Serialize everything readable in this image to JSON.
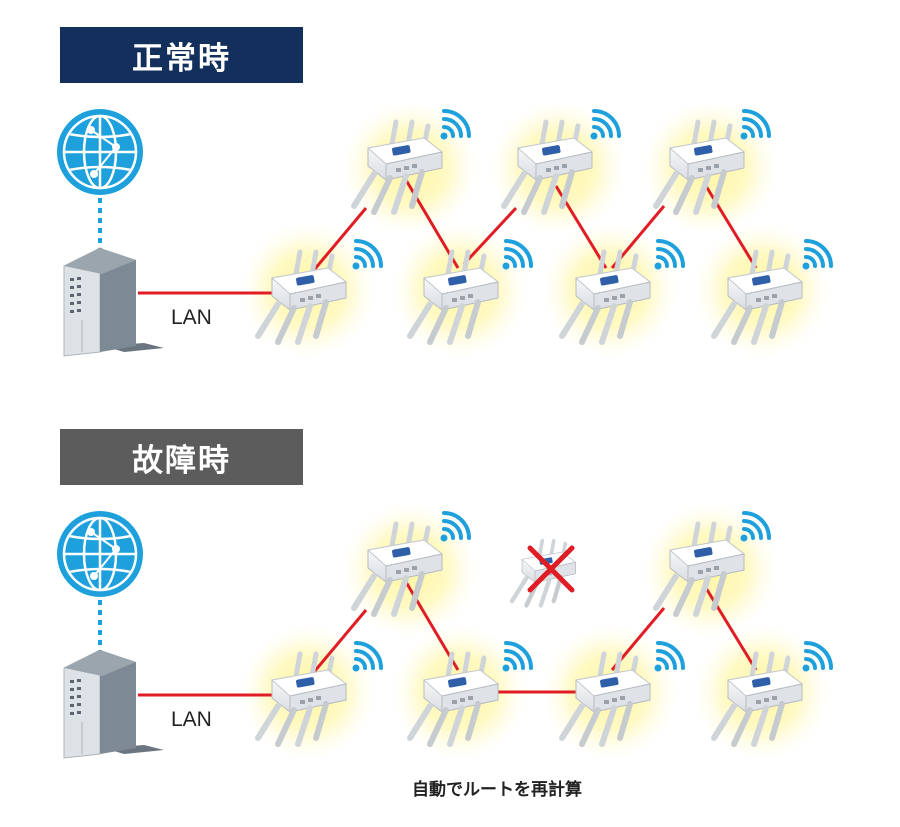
{
  "sections": {
    "normal": {
      "title": "正常時",
      "lan_label": "LAN",
      "color": "#13305c"
    },
    "fault": {
      "title": "故障時",
      "lan_label": "LAN",
      "color": "#5c5c5c",
      "caption": "自動でルートを再計算"
    }
  },
  "colors": {
    "link": "#e01c24",
    "glow": "#fff176",
    "globe": "#1ea0dc",
    "wifi": "#1ea0dc",
    "router": "#7d8a95",
    "ap_badge": "#2f5fa8",
    "failure_mark": "#e01c24"
  },
  "icons": [
    "globe-icon",
    "router-icon",
    "access-point-icon",
    "wifi-icon",
    "failure-x-icon"
  ]
}
